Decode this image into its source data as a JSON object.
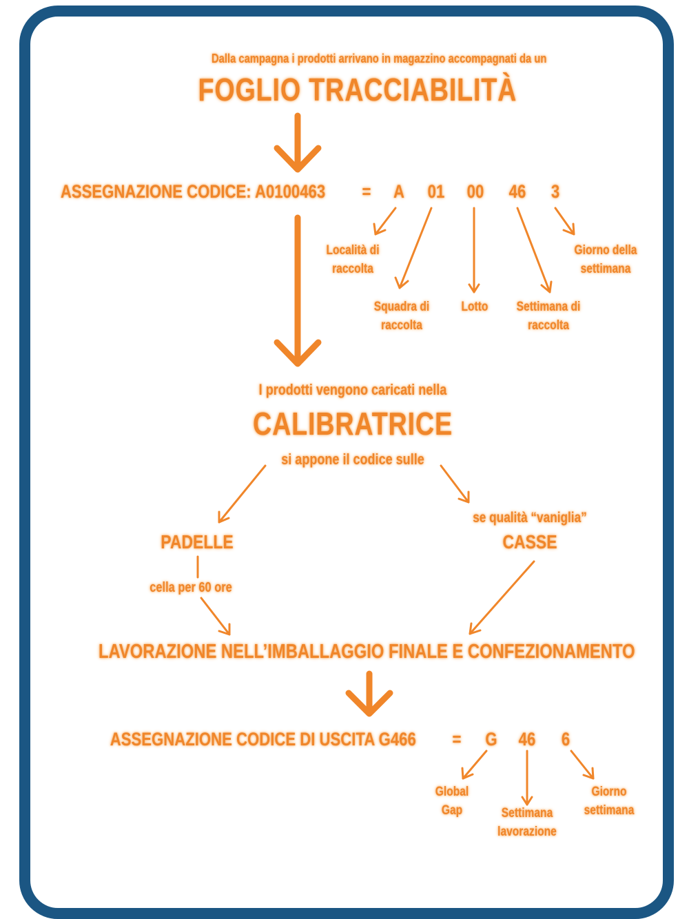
{
  "accent_color": "#f0862a",
  "frame_color": "#1b5683",
  "intro": "Dalla campagna i prodotti arrivano in magazzino accompagnati da un",
  "title": "FOGLIO TRACCIABILITÀ",
  "code_assign": {
    "label": "ASSEGNAZIONE CODICE: A0100463",
    "equals": "=",
    "parts": [
      "A",
      "01",
      "00",
      "46",
      "3"
    ],
    "descriptions": [
      {
        "line1": "Località di",
        "line2": "raccolta"
      },
      {
        "line1": "Squadra di",
        "line2": "raccolta"
      },
      {
        "line1": "Lotto",
        "line2": ""
      },
      {
        "line1": "Settimana di",
        "line2": "raccolta"
      },
      {
        "line1": "Giorno della",
        "line2": "settimana"
      }
    ]
  },
  "loading_text": "I prodotti vengono caricati nella",
  "machine": "CALIBRATRICE",
  "apply_text": "si appone il codice sulle",
  "left_branch": {
    "label": "PADELLE",
    "note": "cella per 60 ore"
  },
  "right_branch": {
    "note": "se qualità “vaniglia”",
    "label": "CASSE"
  },
  "processing": "LAVORAZIONE NELL’IMBALLAGGIO FINALE E CONFEZIONAMENTO",
  "exit_code": {
    "label": "ASSEGNAZIONE CODICE DI USCITA G466",
    "equals": "=",
    "parts": [
      "G",
      "46",
      "6"
    ],
    "descriptions": [
      {
        "line1": "Global",
        "line2": "Gap"
      },
      {
        "line1": "Settimana",
        "line2": "lavorazione"
      },
      {
        "line1": "Giorno",
        "line2": "settimana"
      }
    ]
  }
}
